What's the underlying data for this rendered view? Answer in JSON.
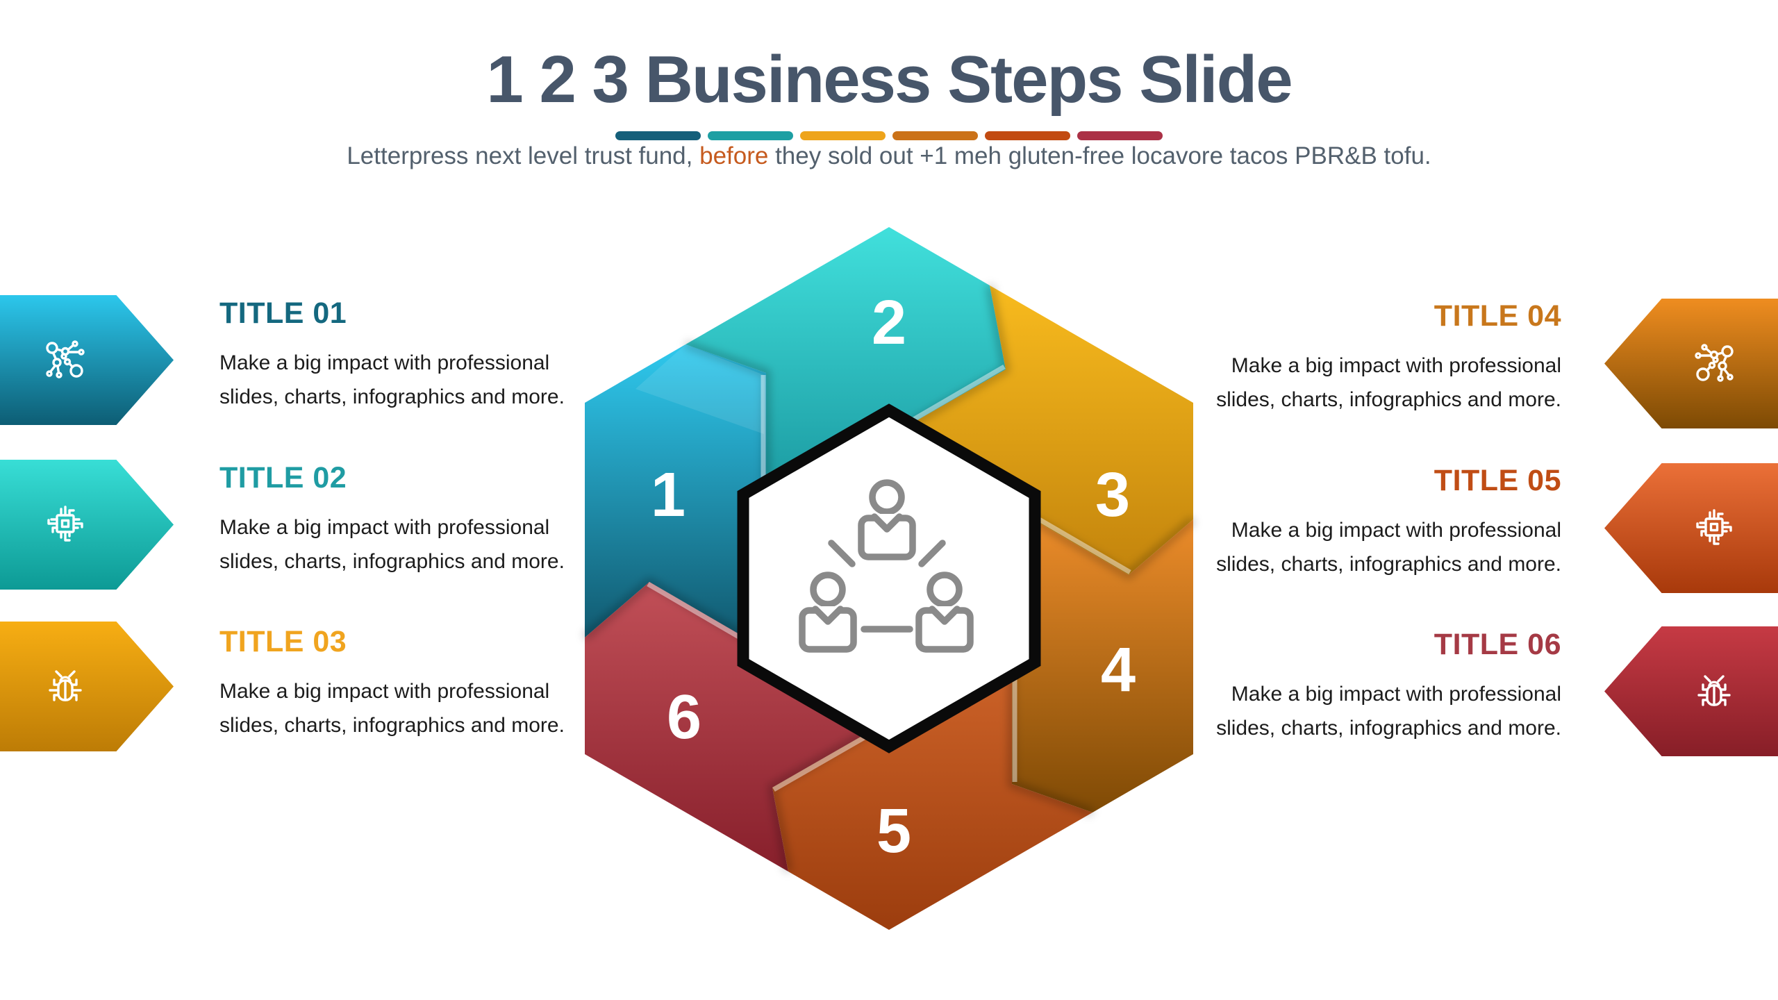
{
  "header": {
    "title": "1 2 3 Business Steps Slide",
    "title_color": "#47566a",
    "divider_colors": [
      "#155f7a",
      "#1d9fa3",
      "#eea41b",
      "#cb7218",
      "#c24b12",
      "#ab3146"
    ],
    "subtitle": {
      "pre": "Letterpress next level trust fund, ",
      "highlight": "before",
      "post": " they sold out +1 meh gluten-free locavore tacos PBR&B tofu.",
      "highlight_color": "#c65a1e"
    }
  },
  "hexagon": {
    "center_icon": "team-network-icon",
    "segments": [
      {
        "number": "1",
        "color_top": "#2fc9ee",
        "color_bottom": "#11596f"
      },
      {
        "number": "2",
        "color_top": "#41e0dc",
        "color_bottom": "#0f838e"
      },
      {
        "number": "3",
        "color_top": "#f8bb1e",
        "color_bottom": "#c2830c"
      },
      {
        "number": "4",
        "color_top": "#ec8c2a",
        "color_bottom": "#7f4a05"
      },
      {
        "number": "5",
        "color_top": "#dd6f31",
        "color_bottom": "#9c3d0e"
      },
      {
        "number": "6",
        "color_top": "#c25058",
        "color_bottom": "#871f2b"
      }
    ]
  },
  "steps": [
    {
      "id": "01",
      "title": "TITLE 01",
      "title_color": "#14687f",
      "side": "left",
      "icon": "network-icon",
      "arrow_gradient": [
        "#2cc7ec",
        "#0d5d74"
      ],
      "body_lines": [
        "Make a big impact with professional",
        "slides, charts, infographics and more."
      ]
    },
    {
      "id": "02",
      "title": "TITLE 02",
      "title_color": "#1f9ca3",
      "side": "left",
      "icon": "chip-icon",
      "arrow_gradient": [
        "#38ded6",
        "#0d9a95"
      ],
      "body_lines": [
        "Make a big impact with professional",
        "slides, charts, infographics and more."
      ]
    },
    {
      "id": "03",
      "title": "TITLE 03",
      "title_color": "#f0a41f",
      "side": "left",
      "icon": "bug-icon",
      "arrow_gradient": [
        "#f7ae13",
        "#bd7c06"
      ],
      "body_lines": [
        "Make a big impact with professional",
        "slides, charts, infographics and more."
      ]
    },
    {
      "id": "04",
      "title": "TITLE 04",
      "title_color": "#c8771c",
      "side": "right",
      "icon": "network-icon",
      "arrow_gradient": [
        "#ef8d20",
        "#7d4a04"
      ],
      "body_lines": [
        "Make a big impact with professional",
        "slides, charts, infographics and more."
      ]
    },
    {
      "id": "05",
      "title": "TITLE 05",
      "title_color": "#c04d15",
      "side": "right",
      "icon": "chip-icon",
      "arrow_gradient": [
        "#eb7038",
        "#a8390b"
      ],
      "body_lines": [
        "Make a big impact with professional",
        "slides, charts, infographics and more."
      ]
    },
    {
      "id": "06",
      "title": "TITLE 06",
      "title_color": "#a53a45",
      "side": "right",
      "icon": "bug-icon",
      "arrow_gradient": [
        "#c63a44",
        "#871e27"
      ],
      "body_lines": [
        "Make a big impact with professional",
        "slides, charts, infographics and more."
      ]
    }
  ]
}
